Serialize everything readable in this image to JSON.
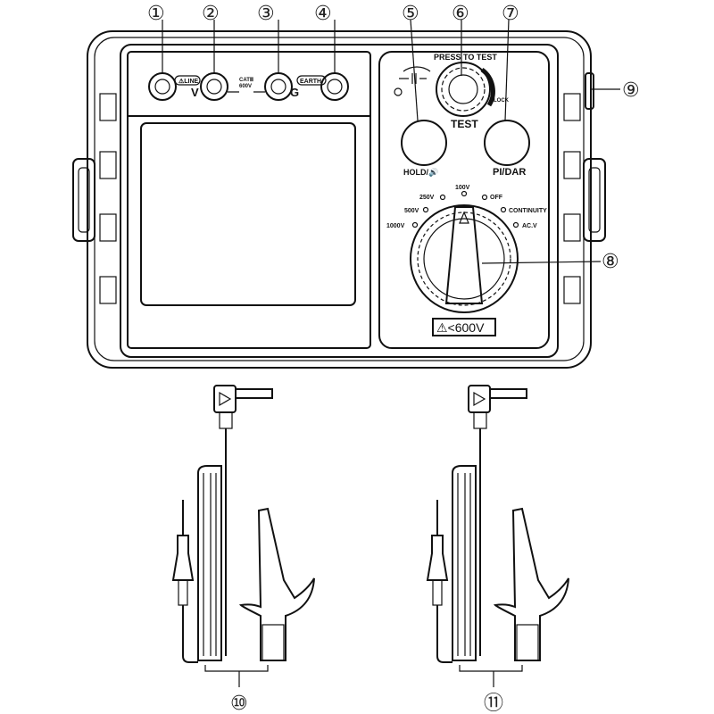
{
  "callouts": [
    "①",
    "②",
    "③",
    "④",
    "⑤",
    "⑥",
    "⑦",
    "⑧",
    "⑨",
    "⑩",
    "⑪"
  ],
  "terminals": {
    "line": "⚠LINE",
    "v": "V",
    "cat": "CATⅢ",
    "cat_v": "600V",
    "g": "G",
    "earth": "EARTH"
  },
  "test": {
    "press": "PRESS TO TEST",
    "lock": "LOCK",
    "test": "TEST"
  },
  "buttons": {
    "hold": "HOLD/🔊",
    "pidar": "PI/DAR"
  },
  "ranges": {
    "r100": "100V",
    "r250": "250V",
    "off": "OFF",
    "r500": "500V",
    "continuity": "CONTINUITY",
    "r1000": "1000V",
    "acv": "AC.V"
  },
  "warning": "⚠<600V"
}
